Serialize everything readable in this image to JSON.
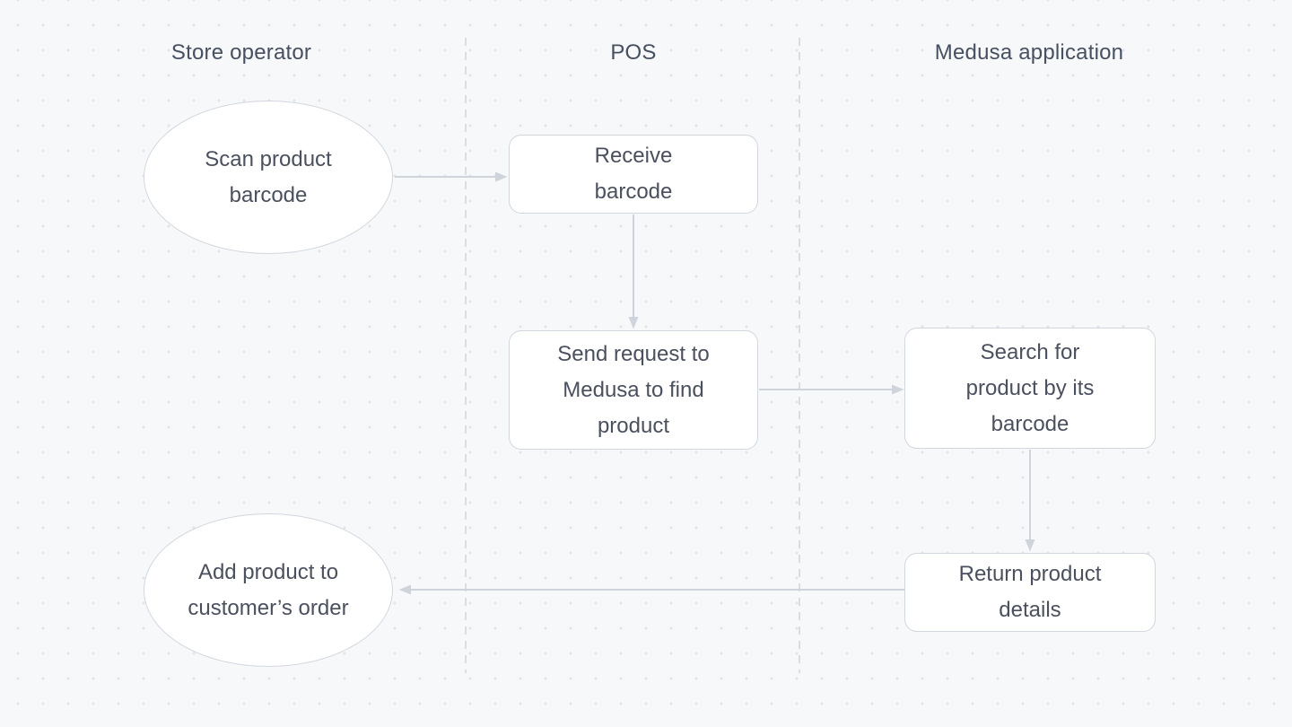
{
  "diagram": {
    "lanes": [
      {
        "label": "Store operator"
      },
      {
        "label": "POS"
      },
      {
        "label": "Medusa application"
      }
    ],
    "nodes": [
      {
        "id": "scan-product-barcode",
        "shape": "ellipse",
        "lane": "Store operator",
        "label": "Scan product barcode",
        "lines": [
          "Scan product",
          "barcode"
        ]
      },
      {
        "id": "receive-barcode",
        "shape": "rounded-rect",
        "lane": "POS",
        "label": "Receive barcode",
        "lines": [
          "Receive",
          "barcode"
        ]
      },
      {
        "id": "send-request-to-medusa",
        "shape": "rounded-rect",
        "lane": "POS",
        "label": "Send request to Medusa to find product",
        "lines": [
          "Send request to",
          "Medusa to find",
          "product"
        ]
      },
      {
        "id": "search-product-by-barcode",
        "shape": "rounded-rect",
        "lane": "Medusa application",
        "label": "Search for product by its barcode",
        "lines": [
          "Search for",
          "product by its",
          "barcode"
        ]
      },
      {
        "id": "return-product-details",
        "shape": "rounded-rect",
        "lane": "Medusa application",
        "label": "Return product details",
        "lines": [
          "Return product",
          "details"
        ]
      },
      {
        "id": "add-product-to-order",
        "shape": "ellipse",
        "lane": "Store operator",
        "label": "Add product to customer’s order",
        "lines": [
          "Add product to",
          "customer’s order"
        ]
      }
    ],
    "edges": [
      {
        "from": "scan-product-barcode",
        "to": "receive-barcode"
      },
      {
        "from": "receive-barcode",
        "to": "send-request-to-medusa"
      },
      {
        "from": "send-request-to-medusa",
        "to": "search-product-by-barcode"
      },
      {
        "from": "search-product-by-barcode",
        "to": "return-product-details"
      },
      {
        "from": "return-product-details",
        "to": "add-product-to-order"
      }
    ],
    "colors": {
      "background": "#f7f8fa",
      "grid_dot": "#e2e4ea",
      "node_fill": "#ffffff",
      "node_border": "#d2d6de",
      "lane_divider": "#d7dae0",
      "arrow": "#cfd3db",
      "text": "#4a505e",
      "title_text": "#475060"
    }
  }
}
